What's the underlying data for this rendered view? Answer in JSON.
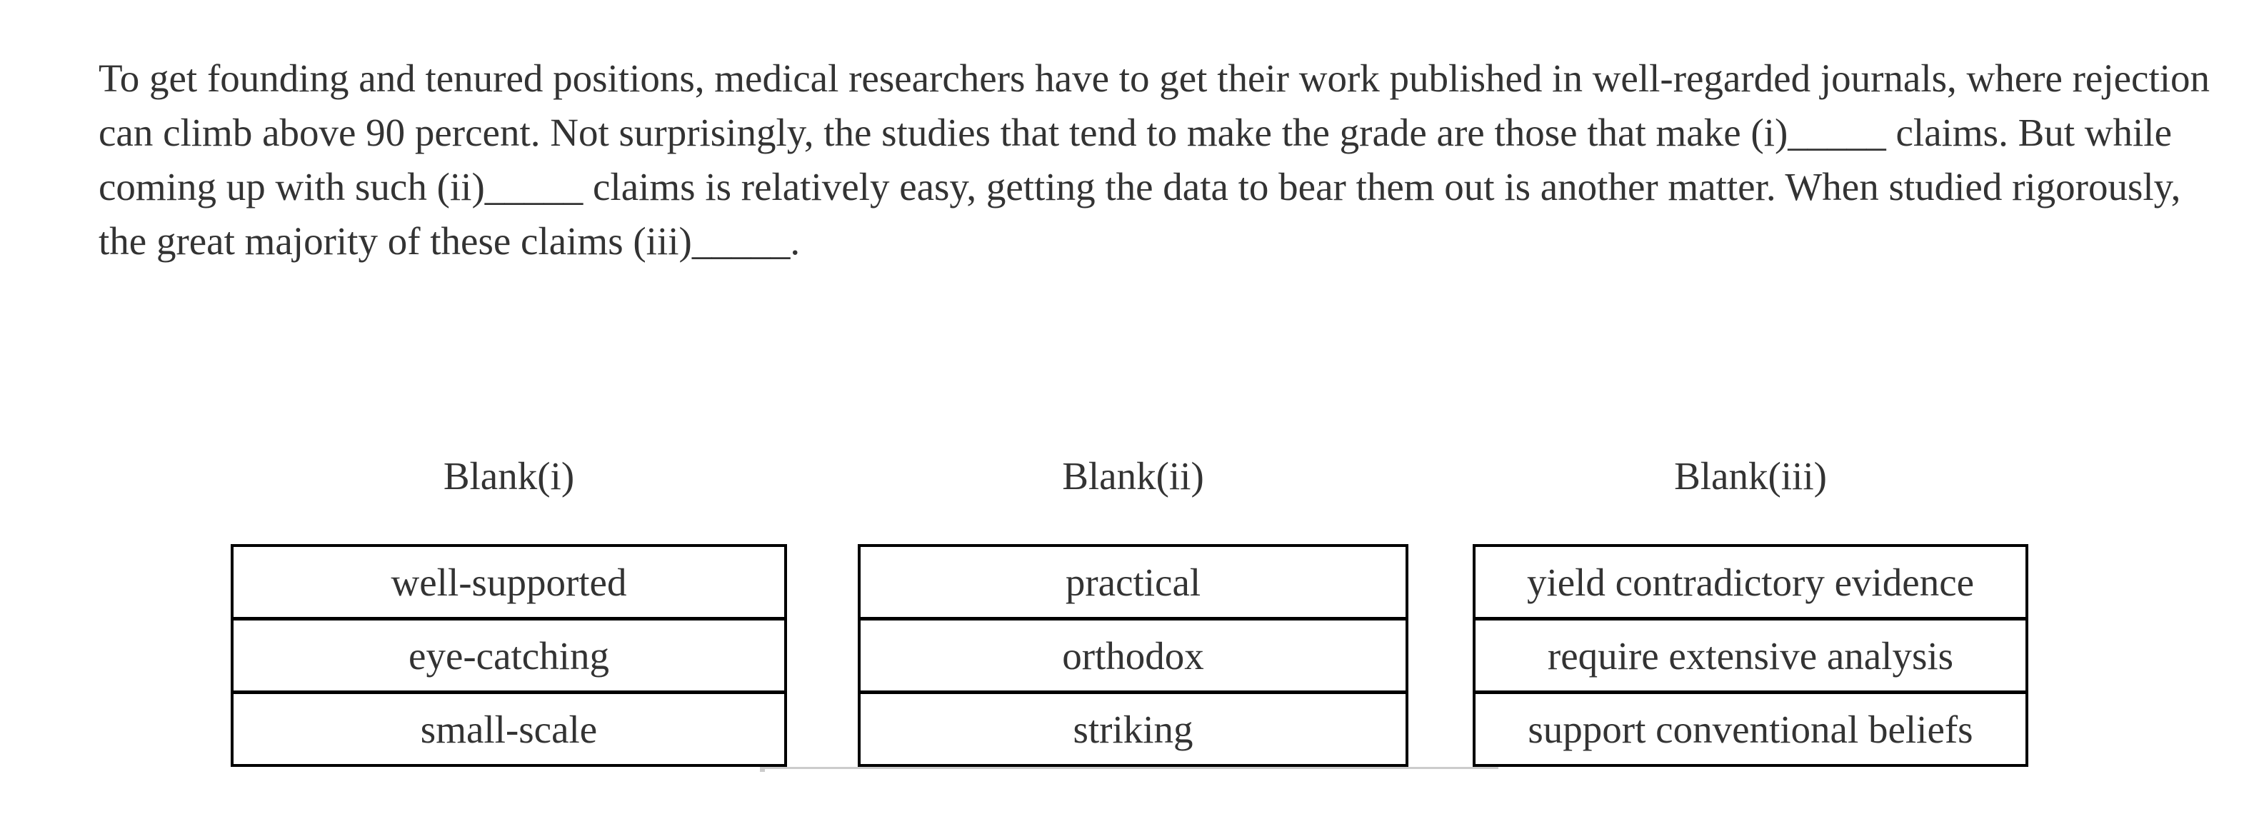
{
  "passage": {
    "lines": [
      "To get founding and tenured positions, medical researchers have to get their work published in well-regarded journals, where rejection",
      "can climb above 90 percent. Not surprisingly, the studies that tend to make the grade are those that make (i)_____ claims. But while",
      "coming up with such (ii)_____ claims is relatively easy, getting the data to bear them out is another matter. When studied rigorously,",
      "the great majority of these claims (iii)_____."
    ]
  },
  "blanks": [
    {
      "label": "Blank(i)",
      "options": [
        "well-supported",
        "eye-catching",
        "small-scale"
      ]
    },
    {
      "label": "Blank(ii)",
      "options": [
        "practical",
        "orthodox",
        "striking"
      ]
    },
    {
      "label": "Blank(iii)",
      "options": [
        "yield contradictory evidence",
        "require extensive analysis",
        "support conventional beliefs"
      ]
    }
  ],
  "colors": {
    "text": "#333333",
    "table_border": "#000000",
    "background": "#ffffff",
    "artifact_line": "#cccccc"
  }
}
